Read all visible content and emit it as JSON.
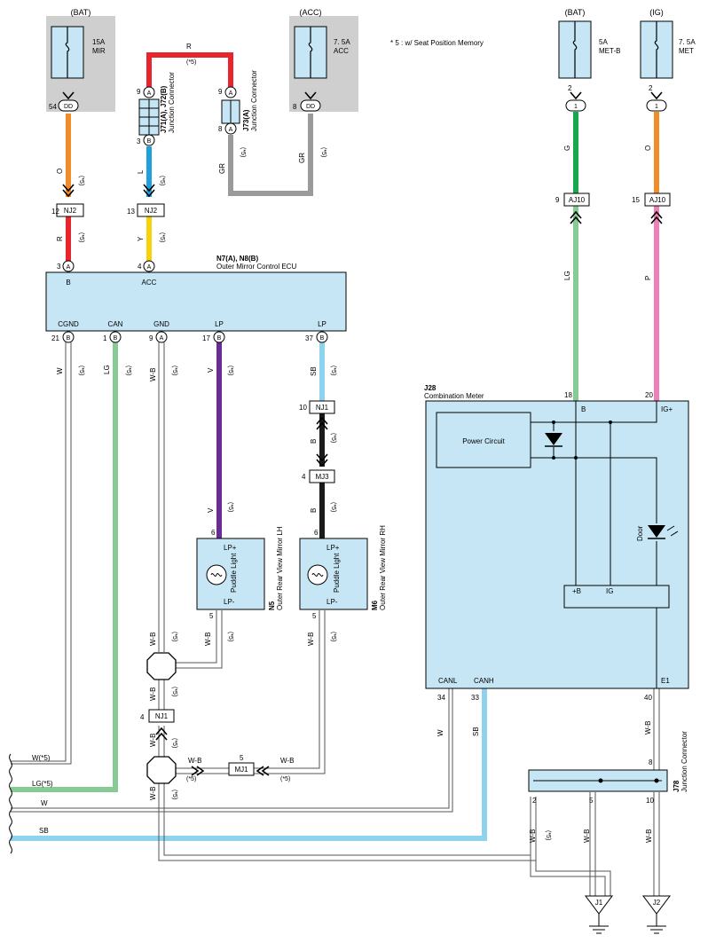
{
  "note": "* 5 : w/ Seat Position Memory",
  "opt": "(*5)",
  "fuses": [
    {
      "source": "(BAT)",
      "amp": "15A",
      "name": "MIR"
    },
    {
      "source": "(ACC)",
      "amp": "7. 5A",
      "name": "ACC"
    },
    {
      "source": "(BAT)",
      "amp": "5A",
      "name": "MET-B"
    },
    {
      "source": "(IG)",
      "amp": "7. 5A",
      "name": "MET"
    }
  ],
  "ecu": {
    "id": "N7(A), N8(B)",
    "name": "Outer Mirror Control ECU",
    "top_terms": [
      "B",
      "ACC"
    ],
    "bottom_terms": [
      "CGND",
      "CAN",
      "GND",
      "LP",
      "LP"
    ]
  },
  "jc": {
    "j71_id": "J71(A), J72(B)",
    "j73_id": "J73(A)",
    "label": "Junction Connector"
  },
  "mirrors": [
    {
      "id": "N5",
      "name": "Outer Rear View Mirror LH",
      "bulb": "Puddle Light",
      "lp_plus": "LP+",
      "lp_minus": "LP-"
    },
    {
      "id": "M6",
      "name": "Outer Rear View Mirror RH",
      "bulb": "Puddle Light",
      "lp_plus": "LP+",
      "lp_minus": "LP-"
    }
  ],
  "meter": {
    "id": "J28",
    "name": "Combination Meter",
    "power": "Power Circuit",
    "door": "Door",
    "terms": {
      "b": "B",
      "ig_plus": "IG+",
      "canl": "CANL",
      "canh": "CANH",
      "e1": "E1",
      "plus_b": "+B",
      "ig": "IG"
    }
  },
  "j78": {
    "id": "J78",
    "label": "Junction Connector"
  },
  "grounds": [
    "J1",
    "J2"
  ],
  "connectors": [
    "NJ2",
    "NJ2",
    "NJ1",
    "MJ3",
    "NJ1",
    "MJ1",
    "AJ10",
    "AJ10"
  ],
  "pins": [
    "54",
    "12",
    "3",
    "13",
    "4",
    "9",
    "3",
    "9",
    "8",
    "8",
    "21",
    "1",
    "9",
    "17",
    "37",
    "10",
    "4",
    "6",
    "5",
    "6",
    "5",
    "4",
    "5",
    "9",
    "15",
    "2",
    "2",
    "18",
    "20",
    "34",
    "33",
    "40",
    "8",
    "2",
    "5",
    "10"
  ],
  "letters": [
    "DD",
    "DD",
    "A",
    "B",
    "A",
    "A",
    "A",
    "A",
    "B",
    "B",
    "A",
    "B",
    "B",
    "1",
    "1"
  ],
  "wire_labels": [
    "O",
    "R",
    "R",
    "L",
    "Y",
    "GR",
    "GR",
    "W",
    "LG",
    "W-B",
    "V",
    "SB",
    "B",
    "B",
    "V",
    "W-B",
    "W-B",
    "W-B",
    "W-B",
    "W-B",
    "W-B",
    "W-B",
    "G",
    "LG",
    "O",
    "P",
    "W",
    "SB",
    "W-B",
    "W-B",
    "W-B",
    "W-B"
  ],
  "left_labels": [
    "W(*5)",
    "LG(*5)",
    "W",
    "SB"
  ],
  "colors": {
    "orange": "#f28c28",
    "red": "#e8242c",
    "blue": "#1ea0dc",
    "yellow": "#f5d20a",
    "gray": "#9a9a9a",
    "green": "#1aa64a",
    "lightgreen": "#86ca94",
    "pink": "#ee7fb9",
    "purple": "#6a2c91",
    "skyblue": "#8fd2ee",
    "black": "#1a1a1a",
    "component": "#c6e6f5",
    "fusebg": "#cfcfcf"
  }
}
